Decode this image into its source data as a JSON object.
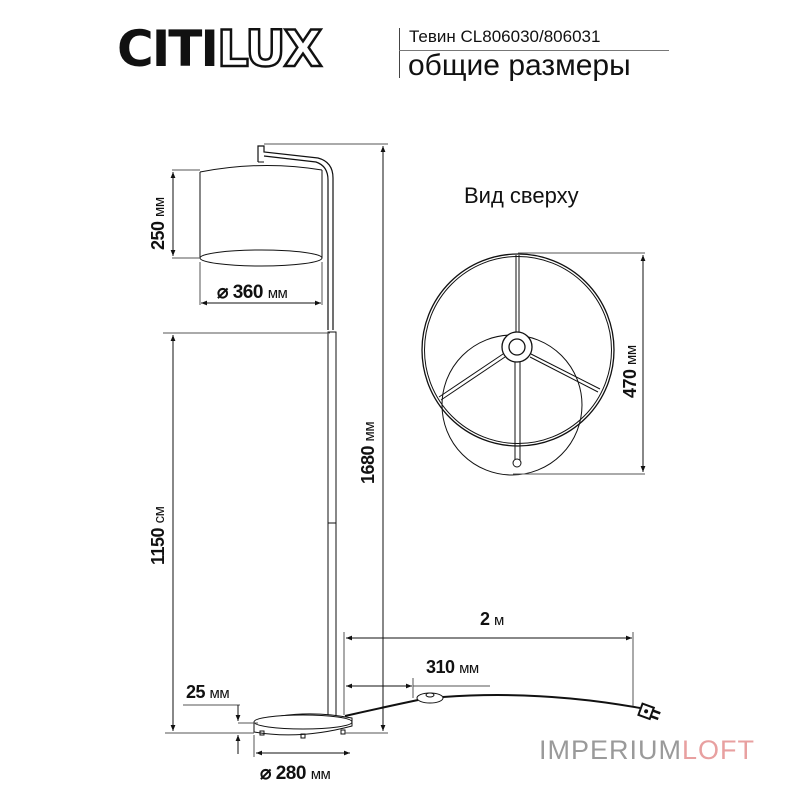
{
  "header": {
    "logo_part1": "CITI",
    "logo_part2": "LUX",
    "model": "Тевин CL806030/806031",
    "subtitle": "общие размеры"
  },
  "top_view": {
    "title": "Вид сверху",
    "height_value": "470",
    "height_unit": "мм"
  },
  "dimensions": {
    "shade_height": {
      "value": "250",
      "unit": "мм"
    },
    "shade_diameter": {
      "symbol": "⌀",
      "value": "360",
      "unit": "мм"
    },
    "total_height": {
      "value": "1680",
      "unit": "мм"
    },
    "pole_height": {
      "value": "1150",
      "unit": "см"
    },
    "cable_length": {
      "value": "2",
      "unit": "м"
    },
    "switch_distance": {
      "value": "310",
      "unit": "мм"
    },
    "base_height": {
      "value": "25",
      "unit": "мм"
    },
    "base_diameter": {
      "symbol": "⌀",
      "value": "280",
      "unit": "мм"
    }
  },
  "watermark": {
    "part1": "IMPERIUM",
    "part2": "LOFT",
    "color1": "#9a9a9a",
    "color2": "#e8a0a0"
  }
}
